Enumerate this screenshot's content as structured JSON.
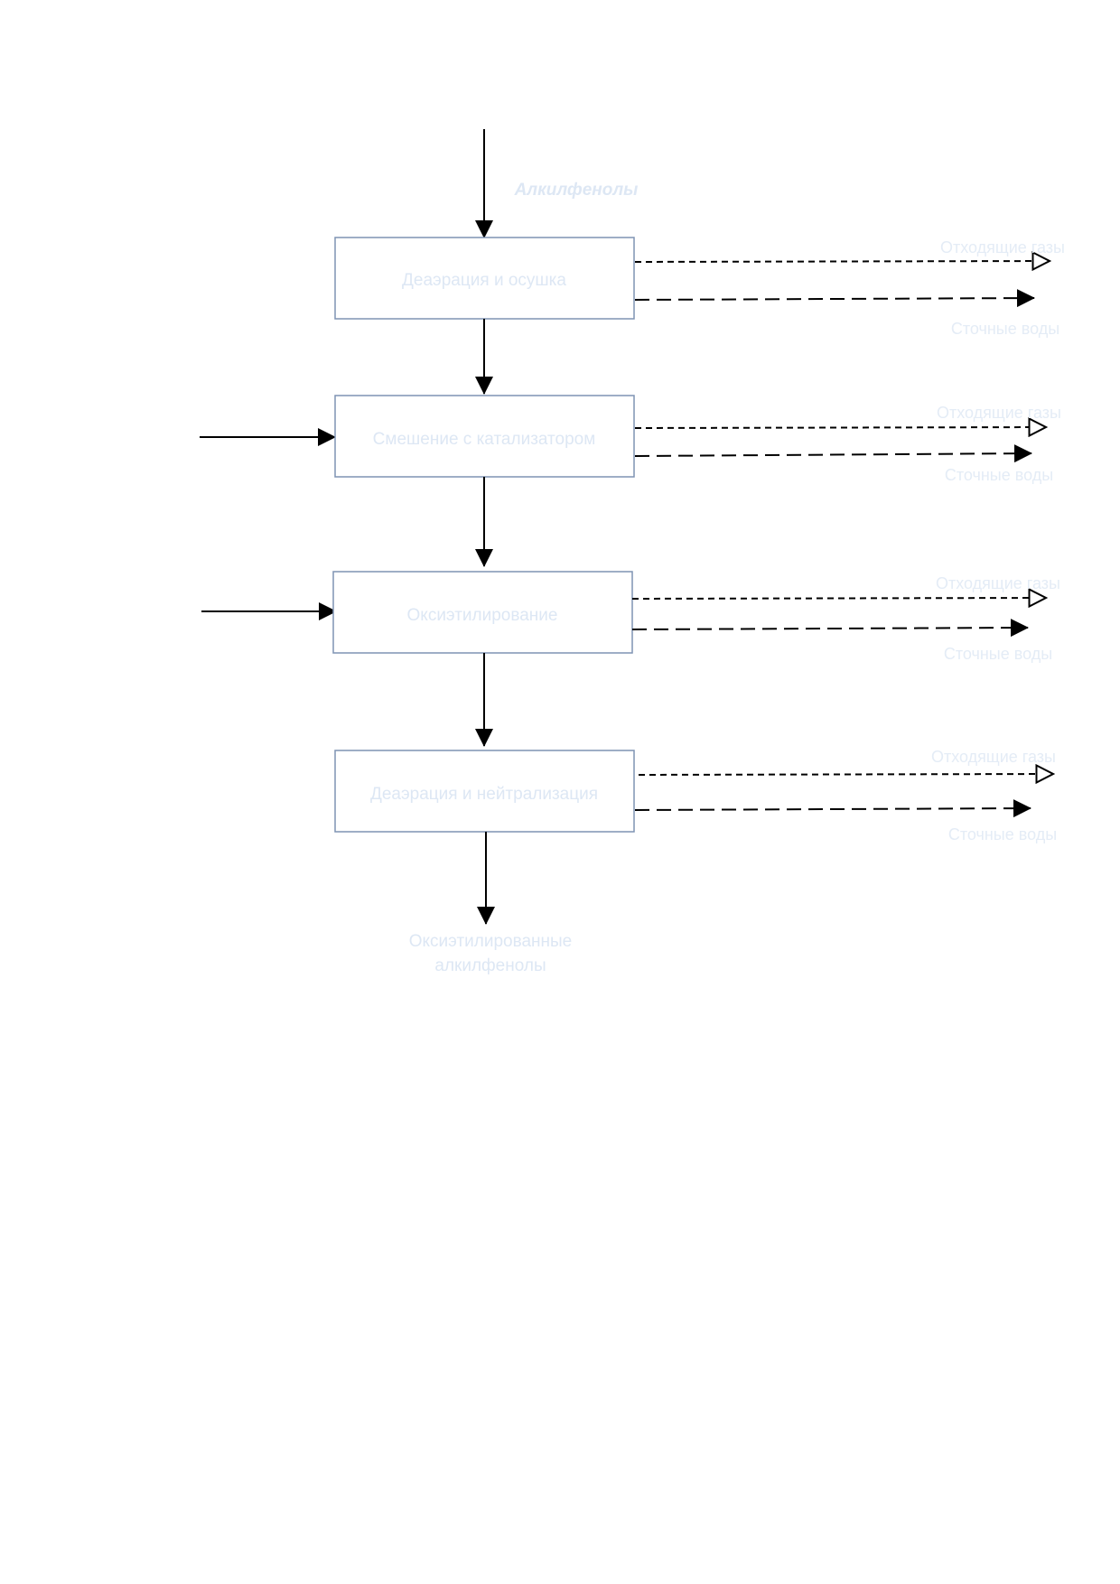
{
  "feed": {
    "label": "Алкилфенолы"
  },
  "steps": [
    {
      "label": "Деаэрация и осушка",
      "gas_label": "Отходящие газы",
      "water_label": "Сточные воды"
    },
    {
      "label": "Смешение с катализатором",
      "gas_label": "Отходящие газы",
      "water_label": "Сточные воды"
    },
    {
      "label": "Оксиэтилирование",
      "gas_label": "Отходящие газы",
      "water_label": "Сточные воды"
    },
    {
      "label": "Деаэрация и нейтрализация",
      "gas_label": "Отходящие газы",
      "water_label": "Сточные воды"
    }
  ],
  "product": {
    "line1": "Оксиэтилированные",
    "line2": "алкилфенолы"
  },
  "colors": {
    "box_border": "#7f93b3",
    "arrow": "#000000",
    "text": "#dde7f4"
  }
}
